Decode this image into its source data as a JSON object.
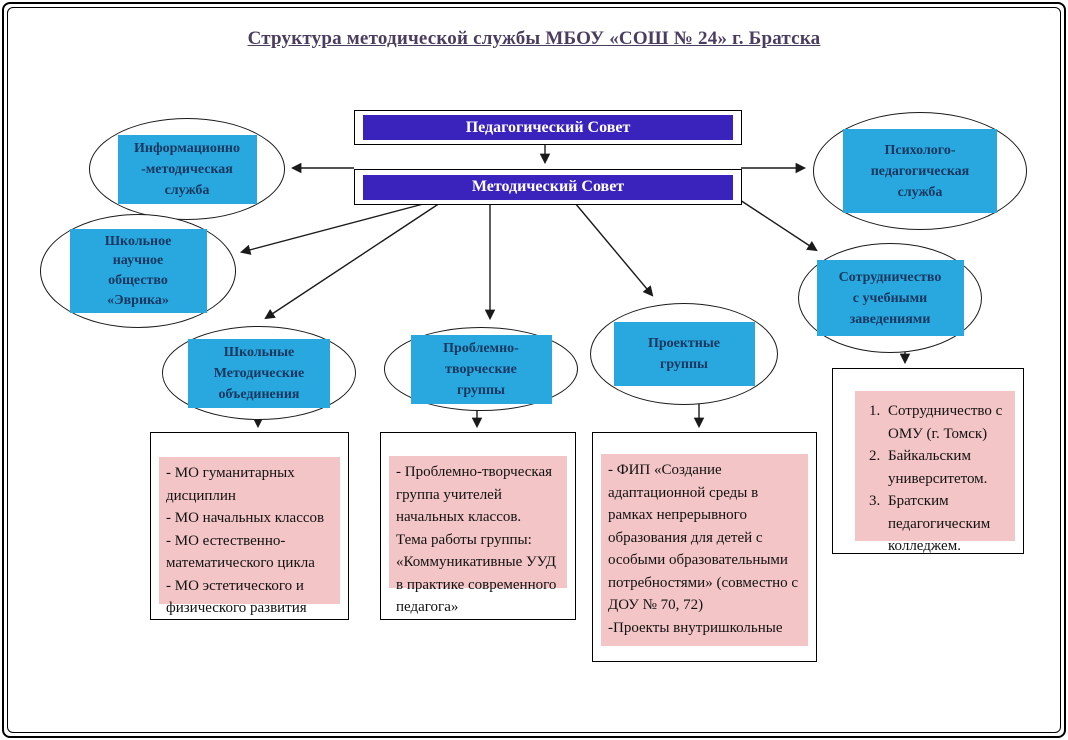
{
  "title": "Структура методической службы МБОУ «СОШ № 24» г. Братска",
  "councils": {
    "pedagogical": "Педагогический Совет",
    "methodical": "Методический Совет"
  },
  "services": {
    "info": "Информационно\n-методическая\nслужба",
    "evrika": "Школьное\nнаучное\nобщество\n«Эврика»",
    "psych": "Психолого-\nпедагогическая\nслужба",
    "coop": "Сотрудничество\nс учебными\nзаведениями",
    "shmo": "Школьные\nМетодические\nобъединения",
    "creative": "Проблемно-\nтворческие\nгруппы",
    "project": "Проектные\nгруппы"
  },
  "details": {
    "mo": "- МО гуманитарных дисциплин\n- МО начальных классов\n- МО естественно-математического цикла\n- МО эстетического и физического развития",
    "creative": "- Проблемно-творческая группа учителей начальных классов.\nТема работы группы:\n«Коммуникативные УУД в практике современного педагога»",
    "fip": "- ФИП «Создание адаптационной среды в рамках непрерывного образования для детей с особыми образовательными потребностями» (совместно с ДОУ № 70, 72)\n-Проекты внутришкольные"
  },
  "coop_list": {
    "items": [
      "Сотрудничество с ОМУ (г. Томск)",
      "Байкальским университетом.",
      "Братским педагогическим колледжем."
    ]
  },
  "colors": {
    "council_fill": "#3a22bd",
    "service_fill": "#29a8e0",
    "detail_fill": "#f3c5c6",
    "title_color": "#4a3d60"
  }
}
